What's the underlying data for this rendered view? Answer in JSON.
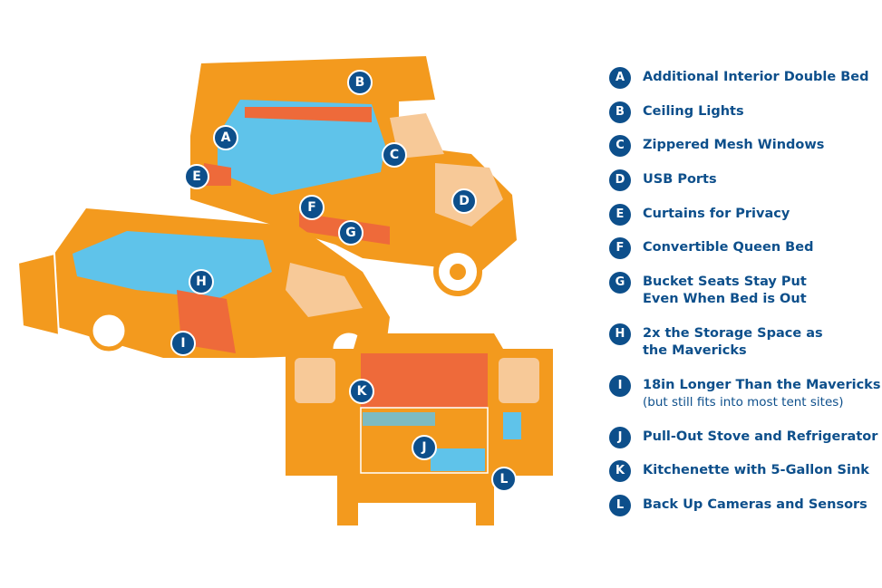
{
  "colors": {
    "navy": "#0d4f8b",
    "orange": "#f39a1e",
    "blue": "#5fc3ea",
    "red": "#ee6a3a",
    "peach": "#f7c998"
  },
  "markers": [
    "A",
    "B",
    "C",
    "D",
    "E",
    "F",
    "G",
    "H",
    "I",
    "J",
    "K",
    "L"
  ],
  "legend": [
    {
      "letter": "A",
      "text": "Additional Interior Double Bed"
    },
    {
      "letter": "B",
      "text": "Ceiling Lights"
    },
    {
      "letter": "C",
      "text": "Zippered Mesh Windows"
    },
    {
      "letter": "D",
      "text": "USB Ports"
    },
    {
      "letter": "E",
      "text": "Curtains for Privacy"
    },
    {
      "letter": "F",
      "text": "Convertible Queen Bed"
    },
    {
      "letter": "G",
      "text": "Bucket Seats Stay Put Even When Bed is Out"
    },
    {
      "letter": "H",
      "text": "2x the Storage Space as the Mavericks"
    },
    {
      "letter": "I",
      "text": "18in Longer Than the Mavericks",
      "sub": "(but still fits into most tent sites)"
    },
    {
      "letter": "J",
      "text": "Pull-Out Stove and Refrigerator"
    },
    {
      "letter": "K",
      "text": "Kitchenette with 5-Gallon Sink"
    },
    {
      "letter": "L",
      "text": "Back Up Cameras and Sensors"
    }
  ]
}
